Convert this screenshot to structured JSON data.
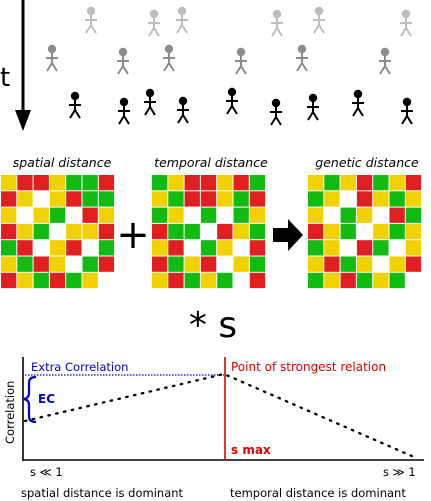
{
  "time_axis_label": "t",
  "people": {
    "rows": [
      {
        "color": "#bdbdbd",
        "xs": [
          91,
          154,
          182,
          277,
          319,
          406
        ]
      },
      {
        "color": "#8c8c8c",
        "xs": [
          52,
          123,
          169,
          241,
          302,
          385
        ]
      },
      {
        "color": "#000000",
        "xs": [
          75,
          124,
          150,
          183,
          232,
          276,
          313,
          358,
          407
        ]
      }
    ]
  },
  "matrices": {
    "colors": {
      "Y": "#f2d100",
      "R": "#e02020",
      "G": "#11bb11",
      "W": "#ffffff"
    },
    "items": [
      {
        "label": "spatial distance",
        "grid": [
          "YRRYGGR",
          "RYWYRGG",
          "YWYGWRY",
          "RYGWYYR",
          "GRWYRWG",
          "YGRYWGR",
          "RYGRGYW"
        ]
      },
      {
        "label": "temporal distance",
        "grid": [
          "GYRRYRG",
          "YGRRYGR",
          "GYWGWGY",
          "RGGWRYG",
          "YRWGYWR",
          "RGYRWYG",
          "YRGYGWR"
        ]
      },
      {
        "label": "genetic distance",
        "grid": [
          "YGYRGYR",
          "GYWRYGY",
          "YWGYWRG",
          "RYGWYGY",
          "GYWRGWY",
          "YRGYWYR",
          "GYRGYGW"
        ]
      }
    ],
    "plus": "+",
    "scale_label": "* s"
  },
  "plot": {
    "ylabel": "Correlation",
    "extra_correlation": "Extra Correlation",
    "ec": "EC",
    "strongest_relation": "Point of strongest relation",
    "smax": "s max",
    "left_tick": "s ≪ 1",
    "right_tick": "s ≫ 1",
    "left_caption": "spatial distance is dominant",
    "right_caption": "temporal distance is dominant",
    "colors": {
      "blue": "#0000cc",
      "red": "#dd0000"
    }
  }
}
